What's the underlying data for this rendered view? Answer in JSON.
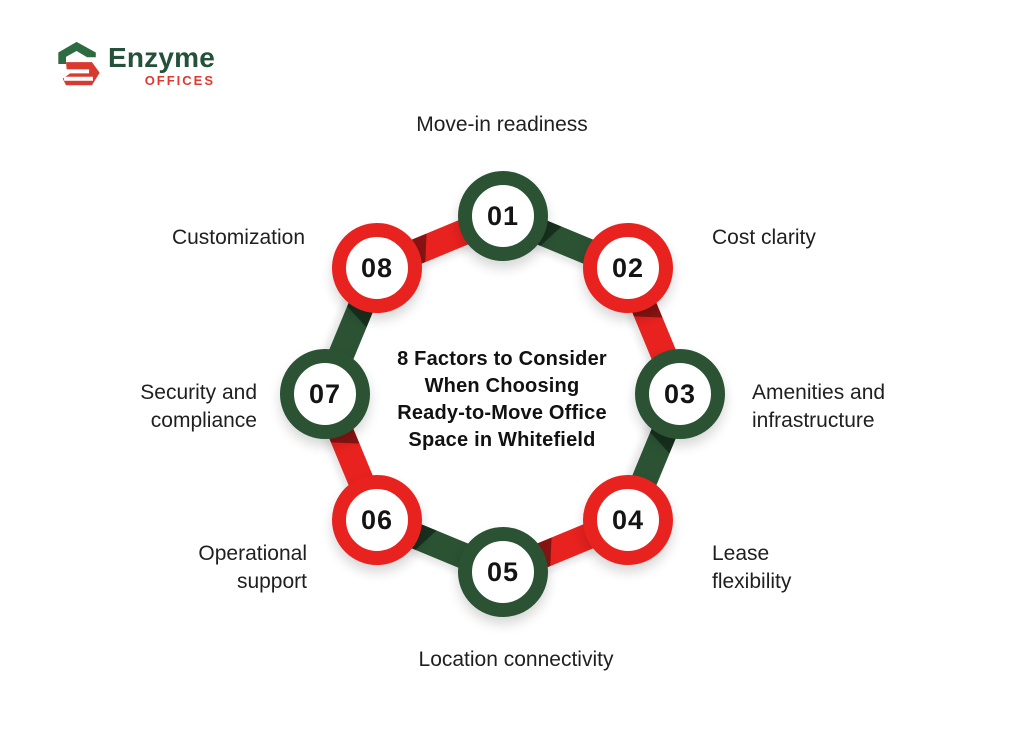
{
  "logo": {
    "brand": "Enzyme",
    "subtitle": "OFFICES"
  },
  "diagram": {
    "title": "8 Factors to Consider\nWhen Choosing\nReady-to-Move Office\nSpace in Whitefield",
    "shape": "octagon-cycle",
    "colors": {
      "green": "#2a5233",
      "red": "#e8221f",
      "label_text": "#1f1f1f",
      "title_text": "#111111",
      "logo_green": "#24513a",
      "logo_red": "#e2382f"
    },
    "nodes": [
      {
        "number": "01",
        "label": "Move-in readiness",
        "color": "#2a5233"
      },
      {
        "number": "02",
        "label": "Cost clarity",
        "color": "#e8221f"
      },
      {
        "number": "03",
        "label": "Amenities and\ninfrastructure",
        "color": "#2a5233"
      },
      {
        "number": "04",
        "label": "Lease\nflexibility",
        "color": "#e8221f"
      },
      {
        "number": "05",
        "label": "Location connectivity",
        "color": "#2a5233"
      },
      {
        "number": "06",
        "label": "Operational\nsupport",
        "color": "#e8221f"
      },
      {
        "number": "07",
        "label": "Security and\ncompliance",
        "color": "#2a5233"
      },
      {
        "number": "08",
        "label": "Customization",
        "color": "#e8221f"
      }
    ]
  }
}
